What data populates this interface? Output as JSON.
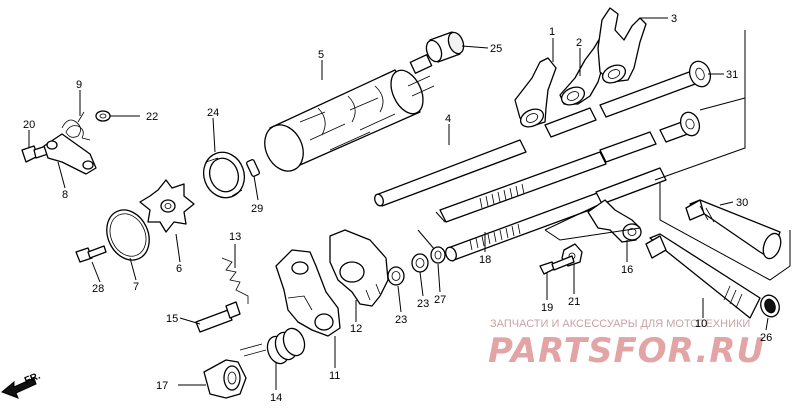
{
  "callouts": [
    {
      "id": "c1",
      "label": "1"
    },
    {
      "id": "c2",
      "label": "2"
    },
    {
      "id": "c3",
      "label": "3"
    },
    {
      "id": "c4",
      "label": "4"
    },
    {
      "id": "c5",
      "label": "5"
    },
    {
      "id": "c6",
      "label": "6"
    },
    {
      "id": "c7",
      "label": "7"
    },
    {
      "id": "c8",
      "label": "8"
    },
    {
      "id": "c9",
      "label": "9"
    },
    {
      "id": "c10",
      "label": "10"
    },
    {
      "id": "c11",
      "label": "11"
    },
    {
      "id": "c12",
      "label": "12"
    },
    {
      "id": "c13",
      "label": "13"
    },
    {
      "id": "c14",
      "label": "14"
    },
    {
      "id": "c15",
      "label": "15"
    },
    {
      "id": "c16",
      "label": "16"
    },
    {
      "id": "c17",
      "label": "17"
    },
    {
      "id": "c18",
      "label": "18"
    },
    {
      "id": "c19",
      "label": "19"
    },
    {
      "id": "c20",
      "label": "20"
    },
    {
      "id": "c21",
      "label": "21"
    },
    {
      "id": "c22",
      "label": "22"
    },
    {
      "id": "c23a",
      "label": "23"
    },
    {
      "id": "c23b",
      "label": "23"
    },
    {
      "id": "c24",
      "label": "24"
    },
    {
      "id": "c25",
      "label": "25"
    },
    {
      "id": "c26",
      "label": "26"
    },
    {
      "id": "c27",
      "label": "27"
    },
    {
      "id": "c28",
      "label": "28"
    },
    {
      "id": "c29",
      "label": "29"
    },
    {
      "id": "c30",
      "label": "30"
    },
    {
      "id": "c31",
      "label": "31"
    }
  ],
  "watermark": {
    "caption": "ЗАПЧАСТИ И АКСЕССУАРЫ ДЛЯ МОТОТЕХНИКИ",
    "brand": "PARTSFOR.RU",
    "color": "#e2a4a4"
  },
  "direction_marker": {
    "label": "FR.",
    "icon": "front-direction-arrow-icon"
  }
}
